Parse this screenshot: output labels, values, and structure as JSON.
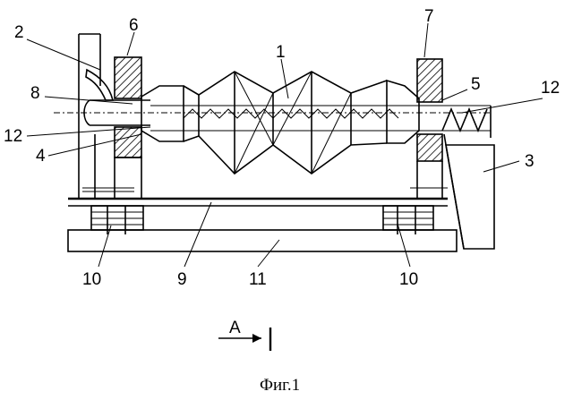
{
  "figure": {
    "caption": "Фиг.1",
    "section_marker": "A"
  },
  "callouts": [
    {
      "id": "c1",
      "text": "1"
    },
    {
      "id": "c2",
      "text": "2"
    },
    {
      "id": "c3",
      "text": "3"
    },
    {
      "id": "c4",
      "text": "4"
    },
    {
      "id": "c5",
      "text": "5"
    },
    {
      "id": "c6",
      "text": "6"
    },
    {
      "id": "c7",
      "text": "7"
    },
    {
      "id": "c8",
      "text": "8"
    },
    {
      "id": "c9",
      "text": "9"
    },
    {
      "id": "c10a",
      "text": "10"
    },
    {
      "id": "c10b",
      "text": "10"
    },
    {
      "id": "c11",
      "text": "11"
    },
    {
      "id": "c12a",
      "text": "12"
    },
    {
      "id": "c12b",
      "text": "12"
    }
  ]
}
